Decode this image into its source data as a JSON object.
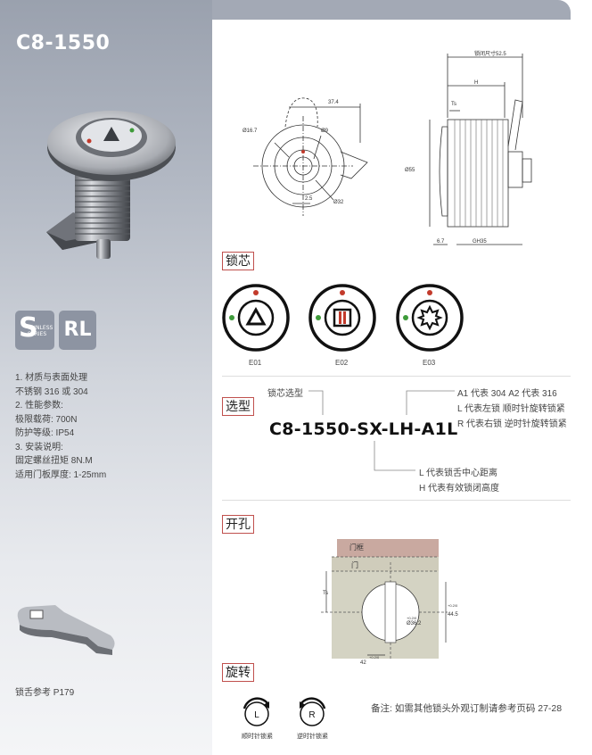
{
  "product": {
    "model": "C8-1550"
  },
  "badges": {
    "stainless_letter": "S",
    "stainless_text_1": "TAINLESS",
    "stainless_text_2": "SERIES",
    "rl": "RL"
  },
  "specs": [
    "1. 材质与表面处理",
    "不锈钢 316 或 304",
    "2. 性能参数:",
    "极限载荷: 700N",
    "防护等级: IP54",
    "3. 安装说明:",
    "固定螺丝扭矩 8N.M",
    "适用门板厚度: 1-25mm"
  ],
  "tongue_reference": "锁舌参考 P179",
  "drawing": {
    "front": {
      "d1": "Ø16.7",
      "d2": "Ø9",
      "d3": "Ø32",
      "w1": "37.4",
      "w2": "2.5"
    },
    "side": {
      "overall": "锁闭尺寸52.5",
      "h": "H",
      "ts": "Ts",
      "dia": "Ø55",
      "t": "6.7",
      "gh": "GH35"
    }
  },
  "sections": {
    "core": "锁芯",
    "model": "选型",
    "cutout": "开孔",
    "rotation": "旋转"
  },
  "core_types": [
    {
      "code": "E01",
      "shape": "triangle"
    },
    {
      "code": "E02",
      "shape": "double-bit"
    },
    {
      "code": "E03",
      "shape": "star"
    }
  ],
  "model_selection": {
    "core_label": "锁芯选型",
    "code": "C8-1550-SX-LH-A1L",
    "right_notes": [
      "A1 代表 304 A2 代表 316",
      "L 代表左锁 顺时针旋转锁紧",
      "R 代表右锁 逆时针旋转锁紧"
    ],
    "bottom_notes": [
      "L 代表锁舌中心距离",
      "H 代表有效锁闭高度"
    ]
  },
  "cutout": {
    "frame": "门框",
    "door": "门",
    "ts": "Ts",
    "dia": "Ø36.2",
    "dia_tol": "+0.2/0",
    "height": "44.5",
    "height_tol": "+0.2/0",
    "width": "42",
    "width_tol": "+0.2/0"
  },
  "rotation": [
    {
      "letter": "L",
      "caption": "顺时针锁紧"
    },
    {
      "letter": "R",
      "caption": "逆时针锁紧"
    }
  ],
  "note": "备注:  如需其他锁头外观订制请参考页码 27-28",
  "colors": {
    "accent": "#c0504d",
    "sidebar": "#9aa1ae",
    "dot_red": "#c23a2b",
    "dot_green": "#3e9b3a"
  }
}
